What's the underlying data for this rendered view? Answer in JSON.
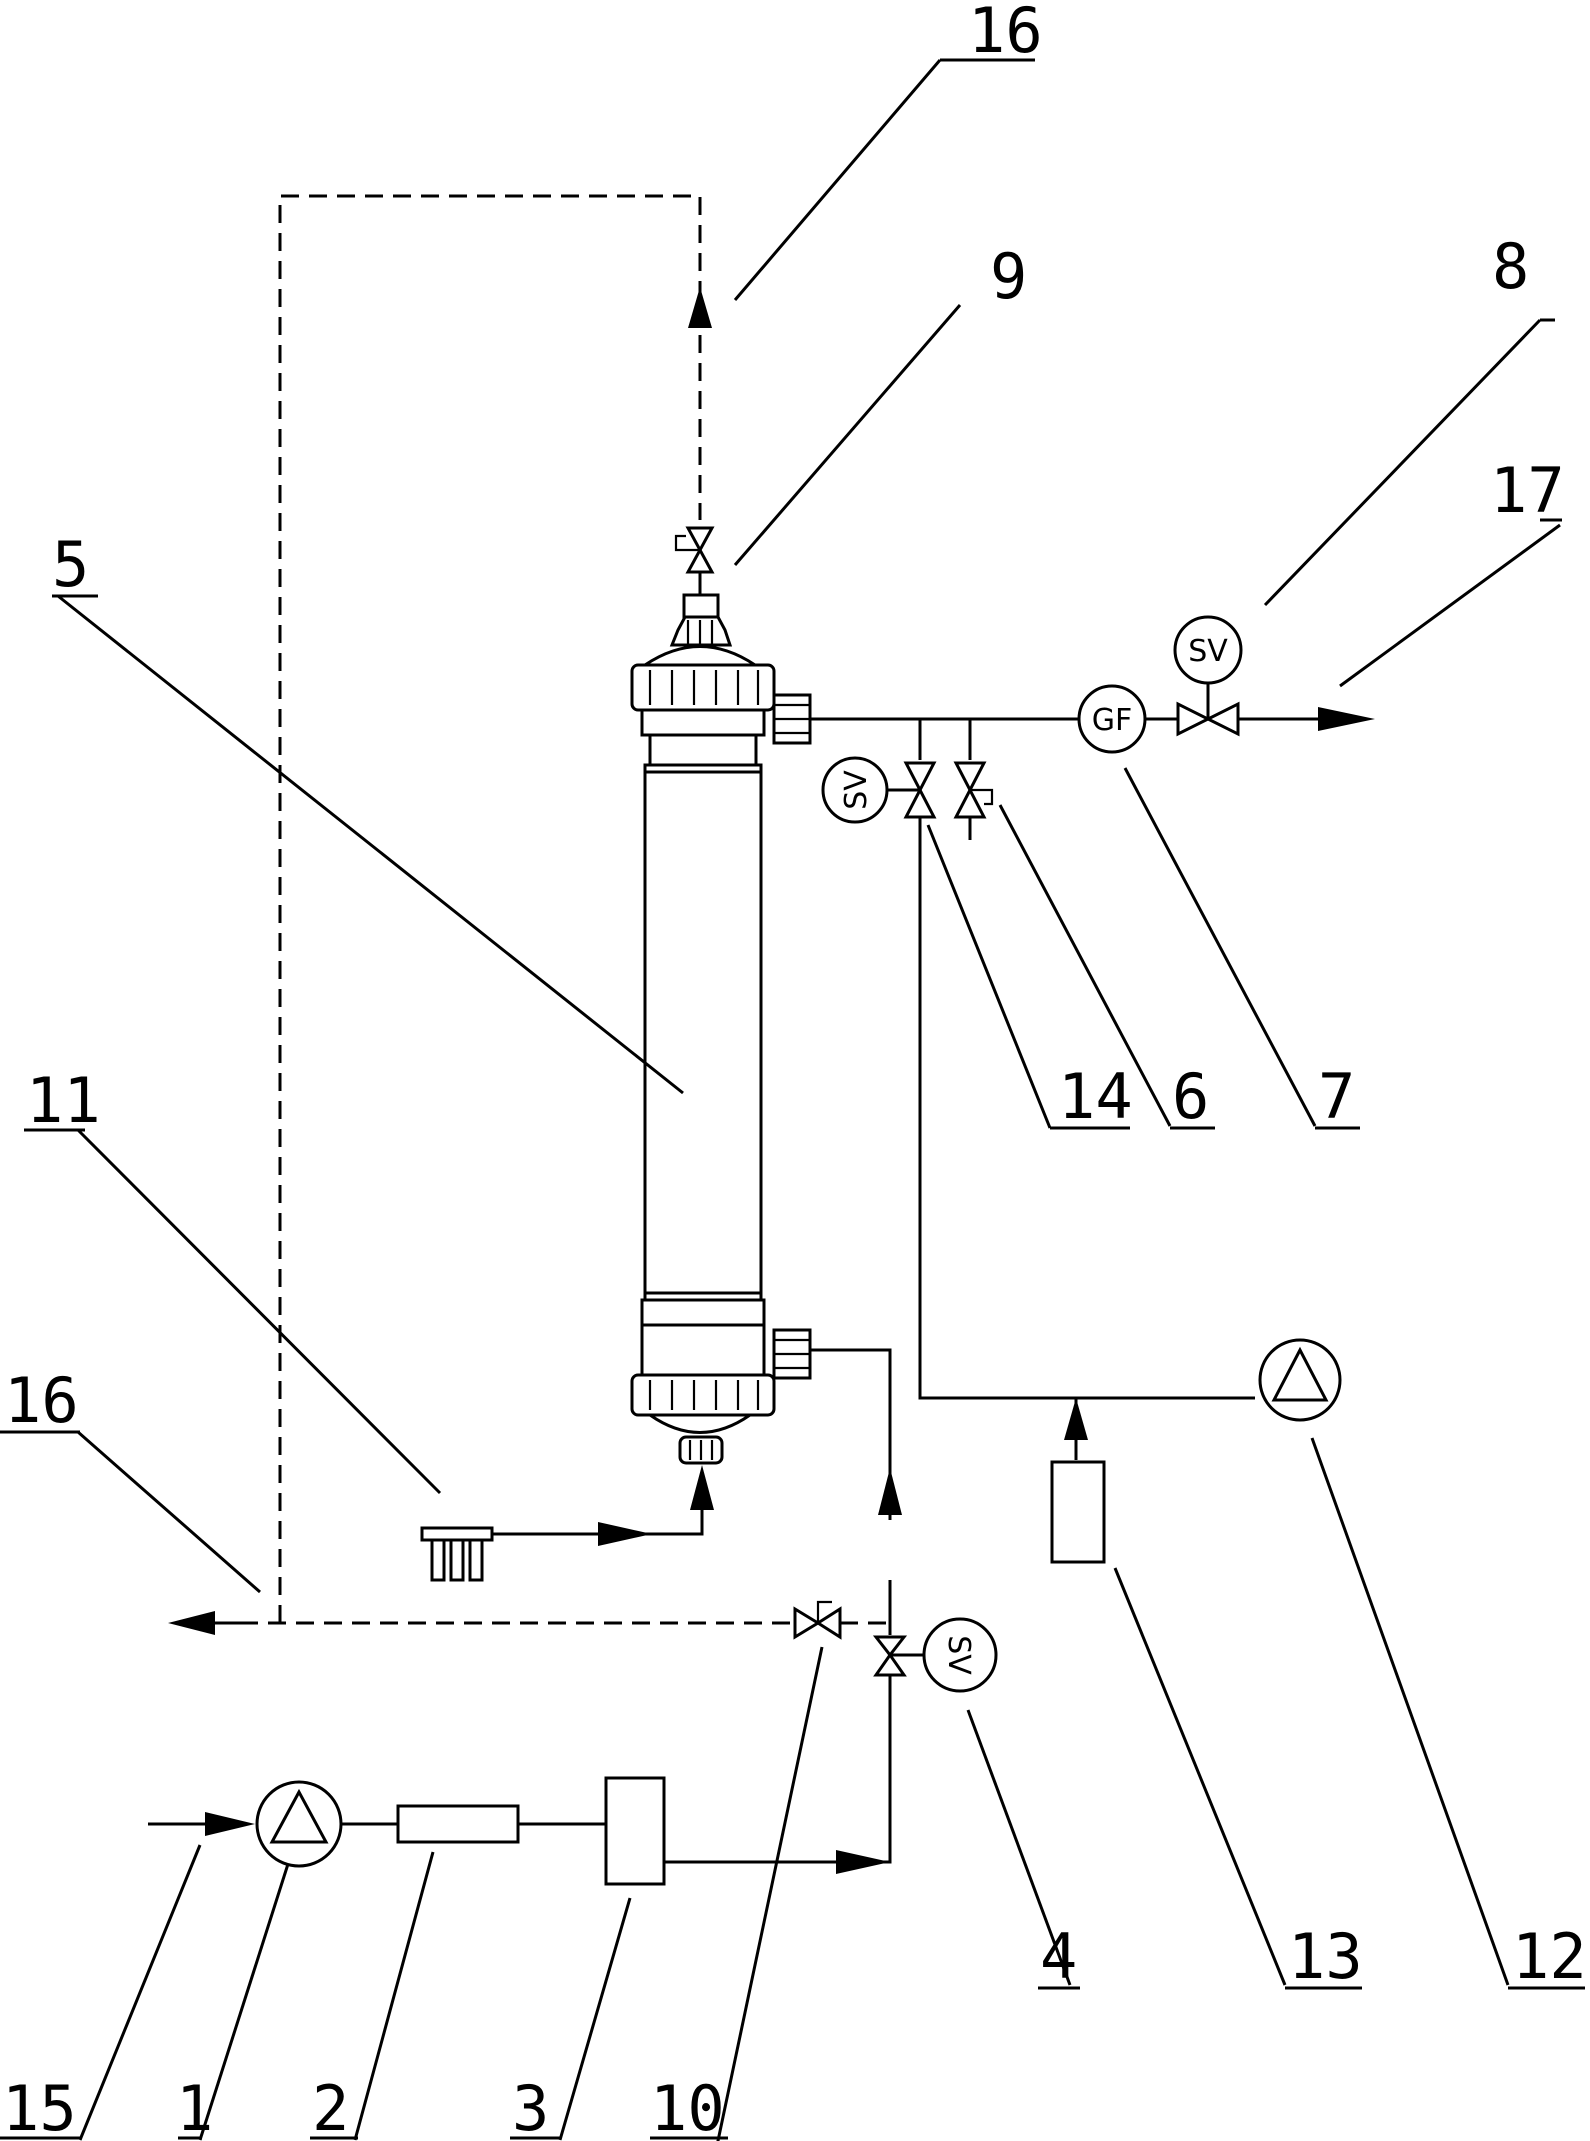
{
  "labels": {
    "l1": "1",
    "l2": "2",
    "l3": "3",
    "l4": "4",
    "l5": "5",
    "l6": "6",
    "l7": "7",
    "l8": "8",
    "l9": "9",
    "l10": "10",
    "l11": "11",
    "l12": "12",
    "l13": "13",
    "l14": "14",
    "l15": "15",
    "l16_top": "16",
    "l16_left": "16",
    "l17": "17"
  },
  "symbols": {
    "sv_top": "SV",
    "sv_mid": "SV",
    "sv_bottom": "SV",
    "gf": "GF"
  }
}
